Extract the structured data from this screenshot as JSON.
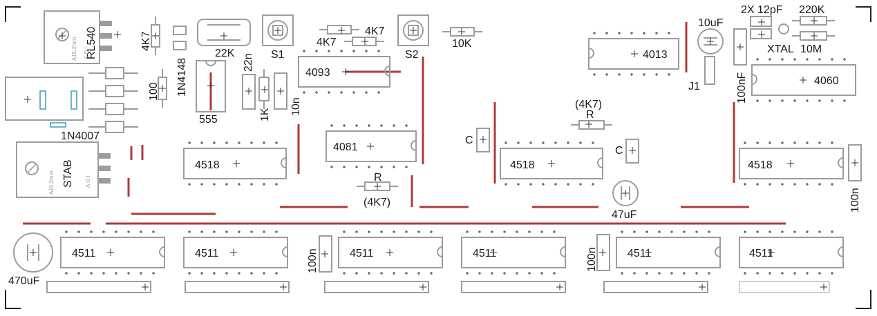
{
  "colors": {
    "outline": "#9c9c9c",
    "trace": "#b03a3a",
    "text": "#1a1a1a",
    "cross": "#222222"
  },
  "labels": {
    "rl540": "RL540",
    "stab": "STAB",
    "r_4k7_top": "4K7",
    "d_1n4148": "1N4148",
    "r_100": "100",
    "d_1n4007": "1N4007",
    "r_22k": "22K",
    "c_22n": "22n",
    "r_1k": "1K",
    "c_10n": "10n",
    "ic_555": "555",
    "sw_s1": "S1",
    "r_4k7_a": "4K7",
    "r_4k7_b": "4K7",
    "ic_4093": "4093",
    "sw_s2": "S2",
    "r_10k": "10K",
    "ic_4081": "4081",
    "r_r_bottom": "R",
    "r_4k7_paren_bottom": "(4K7)",
    "r_4k7_paren_top": "(4K7)",
    "r_r_top": "R",
    "c_left": "C",
    "c_right": "C",
    "ic_4518_a": "4518",
    "ic_4518_b": "4518",
    "ic_4518_c": "4518",
    "c_47uf": "47uF",
    "c_10uf": "10uF",
    "ic_4013": "4013",
    "j1": "J1",
    "c_100nf": "100nF",
    "xtal_caps": "2X 12pF",
    "r_220k": "220K",
    "xtal": "XTAL",
    "r_10m": "10M",
    "ic_4060": "4060",
    "c_100n_right": "100n",
    "c_470uf": "470uF",
    "c_100n_a": "100n",
    "c_100n_b": "100n",
    "ic_4511_1": "4511",
    "ic_4511_2": "4511",
    "ic_4511_3": "4511",
    "ic_4511_4": "4511",
    "ic_4511_5": "4511",
    "ic_4511_6": "4511",
    "pkg_a": "A15,2mm",
    "pkg_b": "A15,2mm",
    "pins_a": "A O I",
    "pins_b": "A O I"
  }
}
